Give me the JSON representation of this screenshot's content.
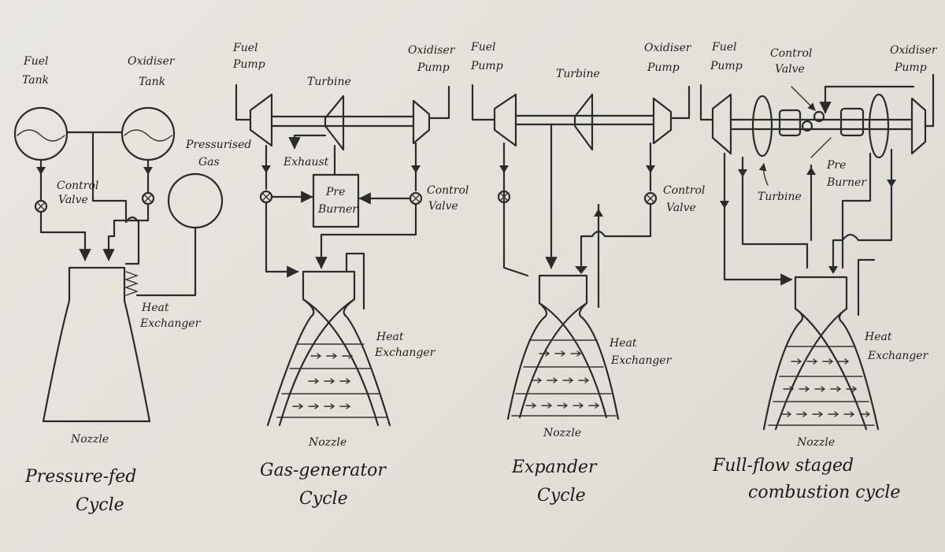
{
  "diagrams": [
    {
      "id": "pressure-fed",
      "title": [
        "Pressure-fed",
        "Cycle"
      ],
      "labels": {
        "fuel_tank": [
          "Fuel",
          "Tank"
        ],
        "oxidiser_tank": [
          "Oxidiser",
          "Tank"
        ],
        "pressurised_gas": [
          "Pressurised",
          "Gas"
        ],
        "control_valve": [
          "Control",
          "Valve"
        ],
        "heat_exchanger": [
          "Heat",
          "Exchanger"
        ],
        "nozzle": "Nozzle"
      }
    },
    {
      "id": "gas-generator",
      "title": [
        "Gas-generator",
        "Cycle"
      ],
      "labels": {
        "fuel_pump": [
          "Fuel",
          "Pump"
        ],
        "turbine": "Turbine",
        "oxidiser_pump": [
          "Oxidiser",
          "Pump"
        ],
        "exhaust": "Exhaust",
        "pre_burner": [
          "Pre",
          "Burner"
        ],
        "control_valve": [
          "Control",
          "Valve"
        ],
        "heat_exchanger": [
          "Heat",
          "Exchanger"
        ],
        "nozzle": "Nozzle"
      }
    },
    {
      "id": "expander",
      "title": [
        "Expander",
        "Cycle"
      ],
      "labels": {
        "fuel_pump": [
          "Fuel",
          "Pump"
        ],
        "turbine": "Turbine",
        "oxidiser_pump": [
          "Oxidiser",
          "Pump"
        ],
        "control_valve": [
          "Control",
          "Valve"
        ],
        "heat_exchanger": [
          "Heat",
          "Exchanger"
        ],
        "nozzle": "Nozzle"
      }
    },
    {
      "id": "full-flow",
      "title": [
        "Full-flow staged",
        "combustion cycle"
      ],
      "labels": {
        "fuel_pump": [
          "Fuel",
          "Pump"
        ],
        "control_valve": [
          "Control",
          "Valve"
        ],
        "oxidiser_pump": [
          "Oxidiser",
          "Pump"
        ],
        "pre_burner": [
          "Pre",
          "Burner"
        ],
        "turbine": "Turbine",
        "heat_exchanger": [
          "Heat",
          "Exchanger"
        ],
        "nozzle": "Nozzle"
      }
    }
  ]
}
